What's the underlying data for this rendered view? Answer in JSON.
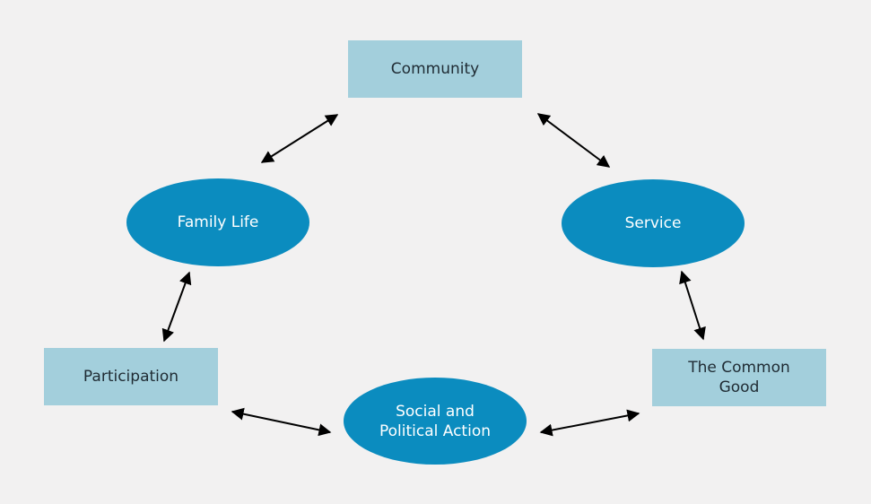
{
  "diagram": {
    "nodes": {
      "community": "Community",
      "family_life": "Family Life",
      "service": "Service",
      "participation": "Participation",
      "common_good": "The Common\nGood",
      "social_action": "Social and\nPolitical Action"
    },
    "connections": [
      {
        "from": "community",
        "to": "family_life",
        "type": "bidirectional"
      },
      {
        "from": "community",
        "to": "service",
        "type": "bidirectional"
      },
      {
        "from": "family_life",
        "to": "participation",
        "type": "bidirectional"
      },
      {
        "from": "service",
        "to": "common_good",
        "type": "bidirectional"
      },
      {
        "from": "participation",
        "to": "social_action",
        "type": "bidirectional"
      },
      {
        "from": "social_action",
        "to": "common_good",
        "type": "bidirectional"
      }
    ],
    "colors": {
      "background": "#f2f1f1",
      "rect_fill": "#a3cfdc",
      "ellipse_fill": "#0b8cbf",
      "arrow": "#000000"
    }
  }
}
